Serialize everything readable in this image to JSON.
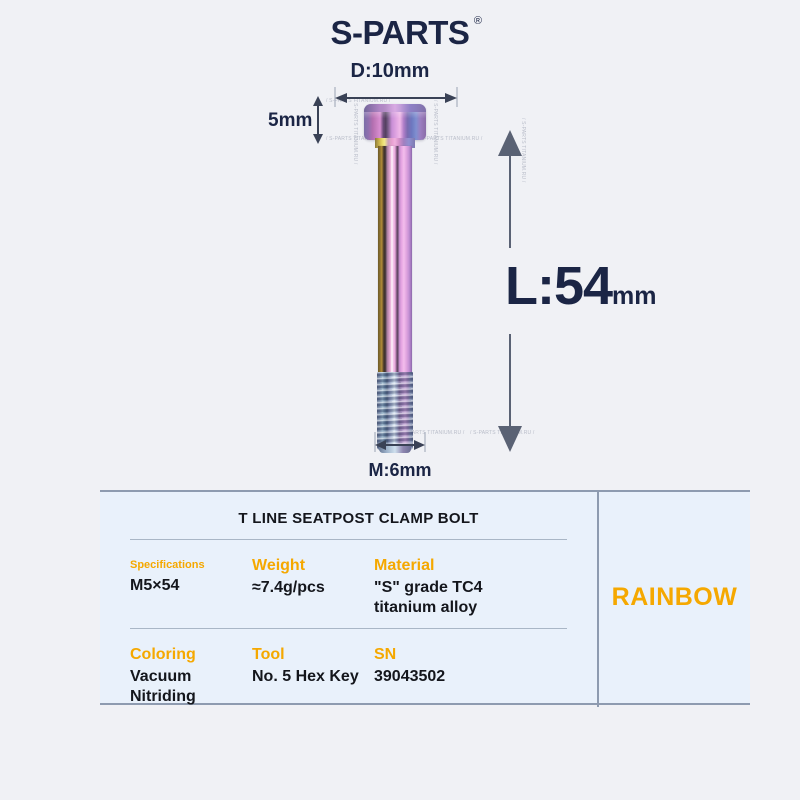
{
  "brand": {
    "name": "S-PARTS",
    "trademark": "®"
  },
  "product_image": {
    "item": "titanium-seatpost-clamp-bolt",
    "finish": "rainbow-iridescent",
    "watermark_text": "/ S-PARTS TITANIUM.RU /"
  },
  "dimensions": {
    "head_diameter": "D:10mm",
    "head_height": "5mm",
    "total_length_value": "L:54",
    "total_length_unit": "mm",
    "thread_size": "M:6mm"
  },
  "spec_table": {
    "title": "T LINE SEATPOST CLAMP BOLT",
    "rows": [
      [
        {
          "label": "Specifications",
          "value": "M5×54",
          "small_label": true
        },
        {
          "label": "Weight",
          "value": "≈7.4g/pcs",
          "small_label": false
        },
        {
          "label": "Material",
          "value": "\"S\" grade TC4\ntitanium alloy",
          "small_label": false
        }
      ],
      [
        {
          "label": "Coloring",
          "value": "Vacuum\nNitriding",
          "small_label": false
        },
        {
          "label": "Tool",
          "value": "No. 5 Hex Key",
          "small_label": false
        },
        {
          "label": "SN",
          "value": "39043502",
          "small_label": false
        }
      ]
    ],
    "color_name": "RAINBOW"
  },
  "colors": {
    "background": "#f0f1f5",
    "panel_background": "#e9f1fb",
    "brand_navy": "#1b2545",
    "accent_orange": "#f5a800",
    "border_grey": "#8e9bb0",
    "text_black": "#14161c"
  }
}
